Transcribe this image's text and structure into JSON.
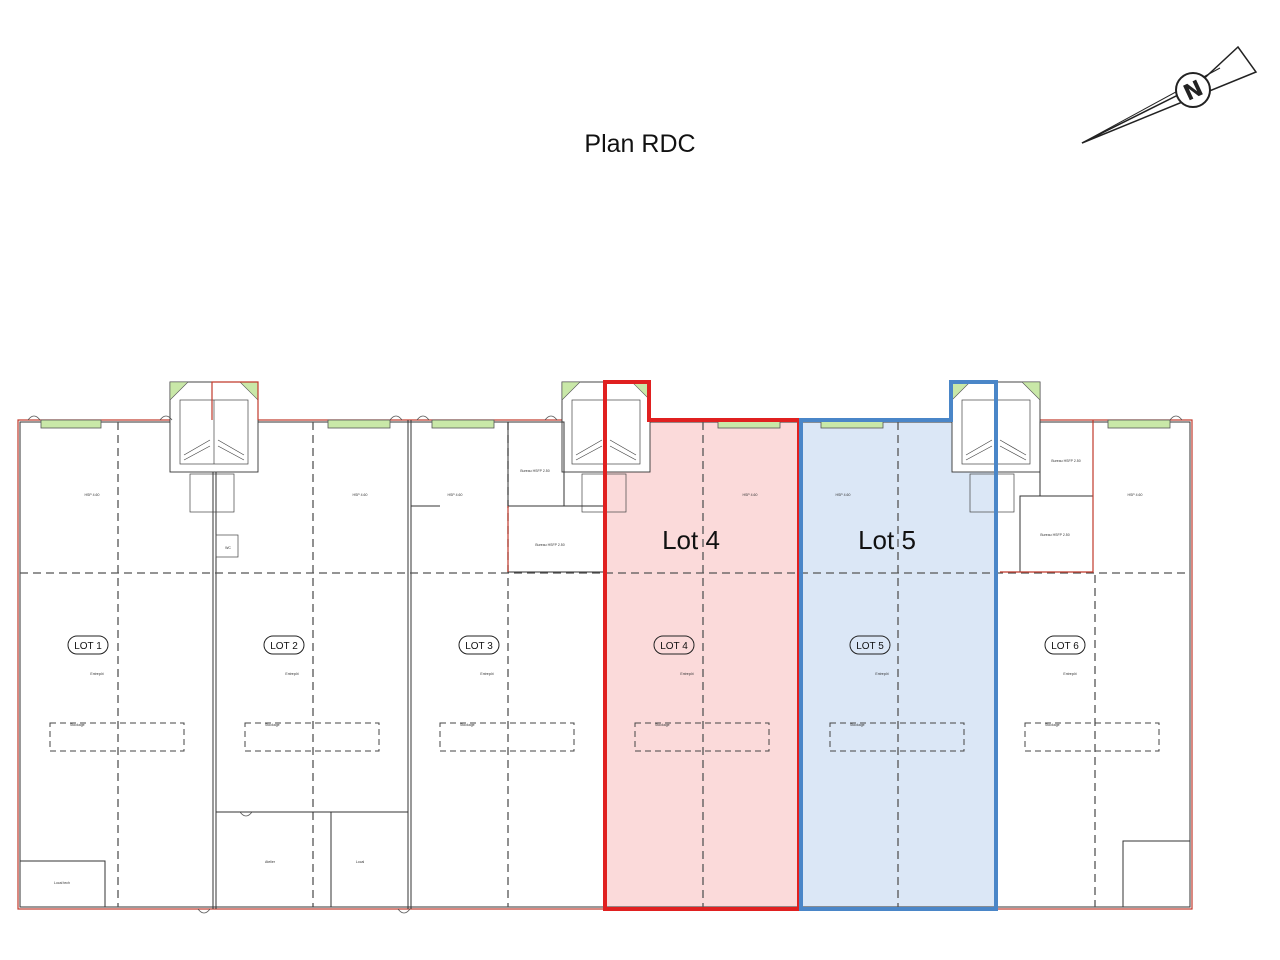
{
  "title": "Plan RDC",
  "compass": {
    "letter": "N"
  },
  "highlights": [
    {
      "label": "Lot 4",
      "color": "#e02020",
      "fill": "#fbdada"
    },
    {
      "label": "Lot 5",
      "color": "#4a86c8",
      "fill": "#dbe7f6"
    }
  ],
  "lots": [
    "LOT 1",
    "LOT 2",
    "LOT 3",
    "LOT 4",
    "LOT 5",
    "LOT 6"
  ],
  "small_text": {
    "hsp": "HSP 4.60",
    "entrepot": "Entrepôt",
    "bureau": "Bureau HSFP 2.50",
    "stockage": "Stockage",
    "local": "Local",
    "wc": "WC",
    "atelier": "Atelier",
    "local_tech": "Local tech"
  }
}
